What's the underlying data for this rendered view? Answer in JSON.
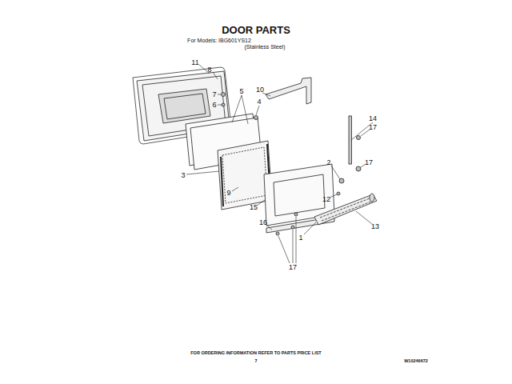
{
  "diagram": {
    "title": "DOOR PARTS",
    "labels": [
      "For Models: IBG601YS12",
      "(Stainless Steel)",
      "11",
      "8",
      "7",
      "5",
      "10",
      "6",
      "4",
      "14",
      "17",
      "3",
      "2",
      "17",
      "9",
      "12",
      "15",
      "16",
      "13",
      "1",
      "17",
      "FOR ORDERING INFORMATION REFER TO PARTS PRICE LIST",
      "7",
      "W10246672"
    ]
  }
}
